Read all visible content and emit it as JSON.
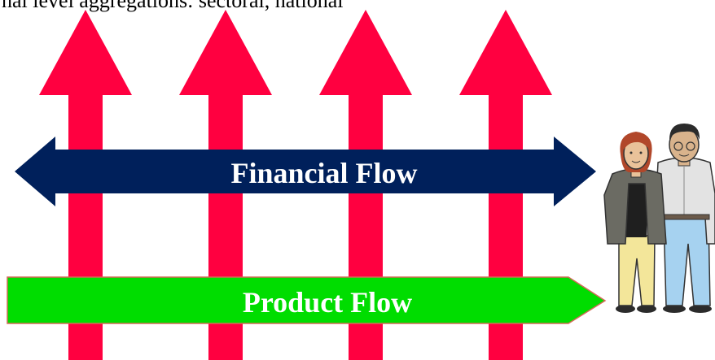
{
  "header": {
    "cut_off_text": "nal level aggregations: sectoral, national"
  },
  "flows": {
    "financial": {
      "label": "Financial Flow",
      "color": "#00205b",
      "text_color": "#ffffff"
    },
    "product": {
      "label": "Product Flow",
      "color": "#00dd00",
      "border": "#d46a57",
      "text_color": "#ffffff"
    }
  },
  "vertical_arrows": {
    "count": 4,
    "color": "#ff0040"
  },
  "people": {
    "woman": {
      "hair": "#b1472a",
      "jacket": "#6b6b63",
      "pants": "#f3e69a"
    },
    "man": {
      "hair": "#2b2b2b",
      "shirt": "#e3e3e3",
      "pants": "#a6d2f0"
    }
  }
}
